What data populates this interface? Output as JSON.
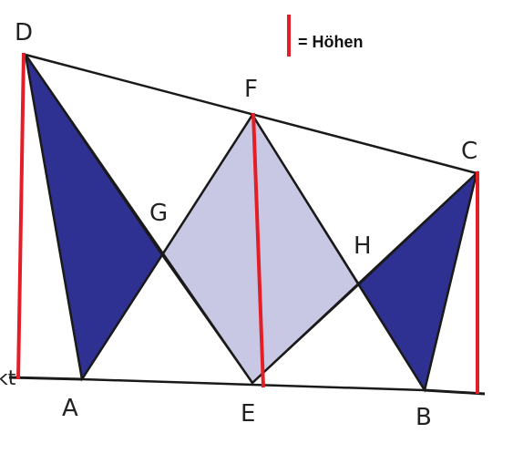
{
  "legend": {
    "label": "= Höhen",
    "line_color": "#e41e26"
  },
  "points": {
    "A": "A",
    "B": "B",
    "C": "C",
    "D": "D",
    "E": "E",
    "F": "F",
    "G": "G",
    "H": "H"
  },
  "edge_fragment": "kt",
  "colors": {
    "dark_fill": "#2e3192",
    "light_fill": "#c8c8e4",
    "edge": "#1a1a1a",
    "height": "#e41e26"
  }
}
